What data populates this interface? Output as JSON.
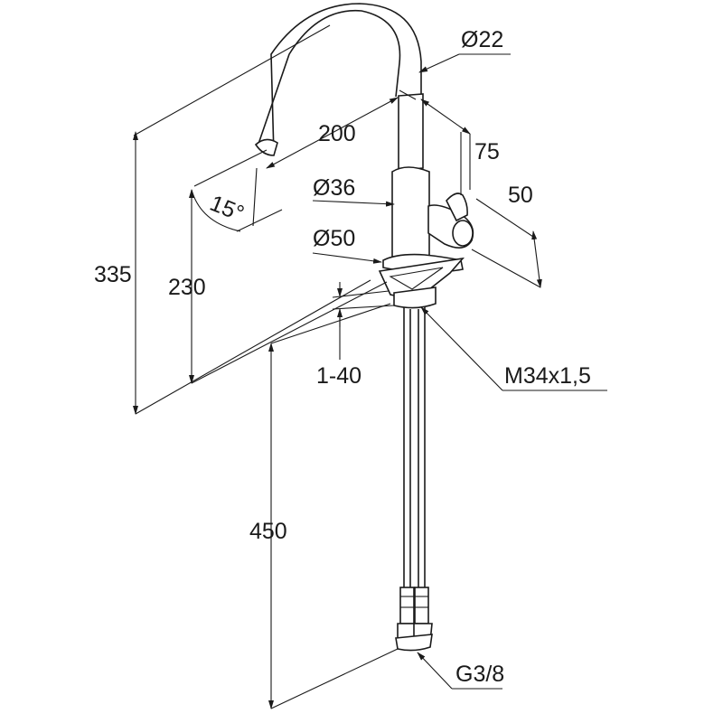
{
  "dimensions": {
    "spout_diameter": "Ø22",
    "reach": "200",
    "handle_offset": "75",
    "handle_depth": "50",
    "body_diameter": "Ø36",
    "base_diameter": "Ø50",
    "spout_angle": "15°",
    "total_height": "335",
    "outlet_height": "230",
    "counter_thickness": "1-40",
    "thread": "M34x1,5",
    "hose_length": "450",
    "connection": "G3/8"
  }
}
